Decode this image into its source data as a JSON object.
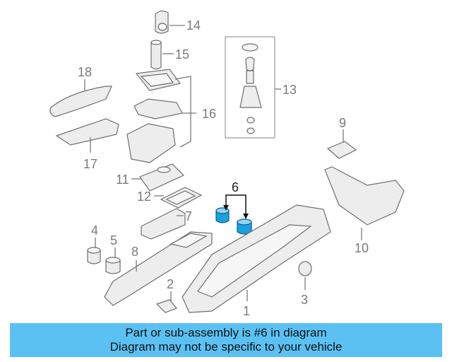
{
  "callouts": {
    "c1": "1",
    "c2": "2",
    "c3": "3",
    "c4": "4",
    "c5": "5",
    "c6": "6",
    "c7": "7",
    "c8": "8",
    "c9": "9",
    "c10": "10",
    "c11": "11",
    "c12": "12",
    "c13": "13",
    "c14": "14",
    "c15": "15",
    "c16": "16",
    "c17": "17",
    "c18": "18"
  },
  "highlight_color": "#1aa0e0",
  "banner": {
    "line1": "Part or sub-assembly is #6 in diagram",
    "line2": "Diagram may not be specific to your vehicle",
    "color": "#5bc1f3"
  }
}
